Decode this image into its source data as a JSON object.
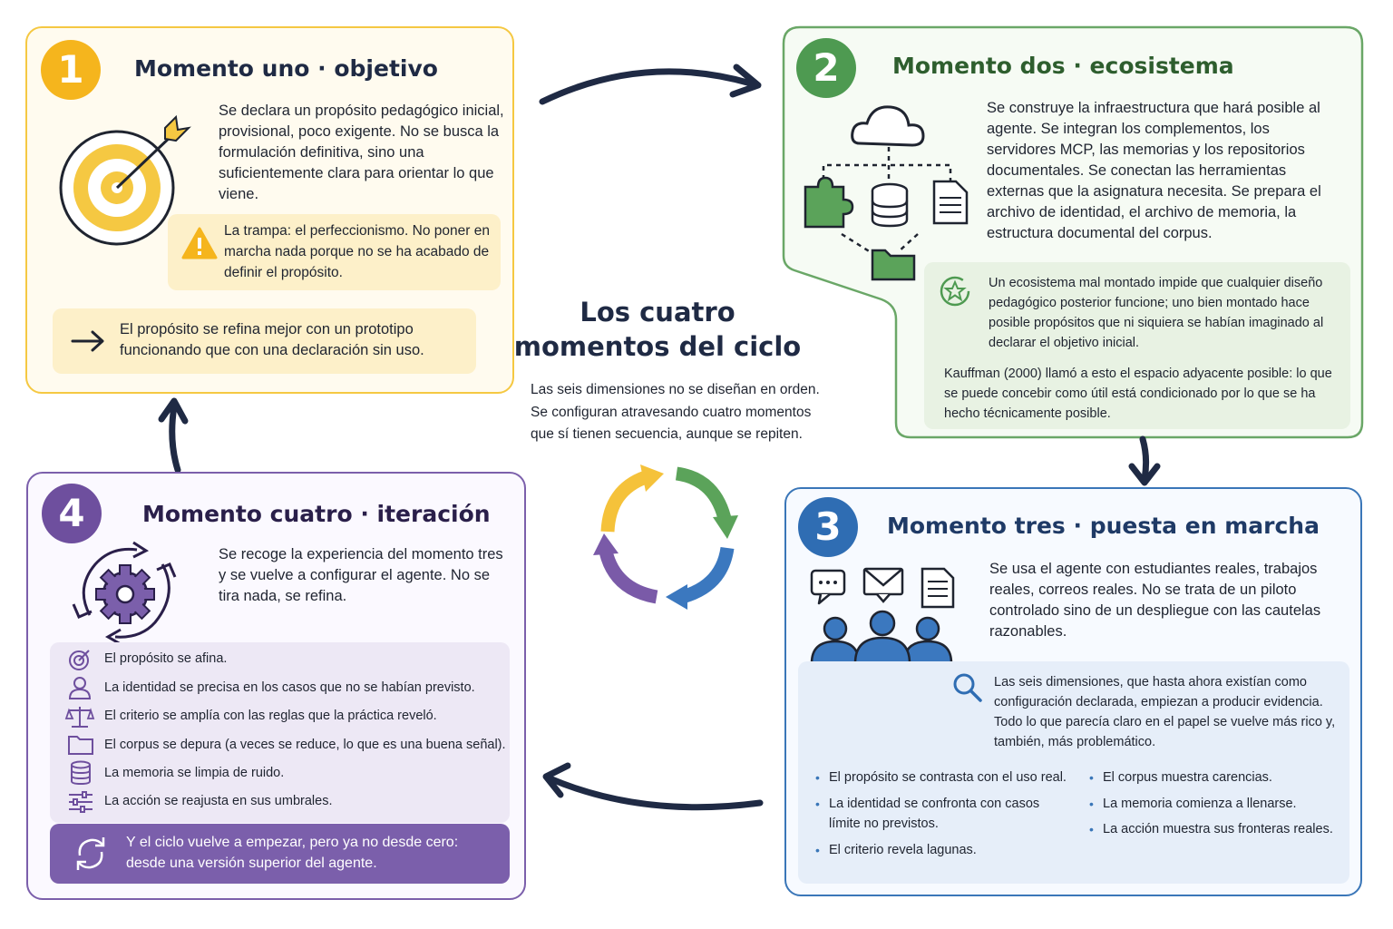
{
  "center": {
    "title_line1": "Los cuatro",
    "title_line2": "momentos del ciclo",
    "subtitle": "Las seis dimensiones no se diseñan en orden. Se configuran atravesando cuatro momentos que sí tienen secuencia, aunque se repiten."
  },
  "moment1": {
    "number": "1",
    "title": "Momento uno · objetivo",
    "body": "Se declara un propósito pedagógico inicial, provisional, poco exigente. No se busca la formulación definitiva, sino una suficientemente clara para orientar lo que viene.",
    "warning": "La trampa: el perfeccionismo. No poner en marcha nada porque no se ha acabado de definir el propósito.",
    "tip": "El propósito se refina mejor con un prototipo funcionando que con una declaración sin uso."
  },
  "moment2": {
    "number": "2",
    "title": "Momento dos · ecosistema",
    "body": "Se construye la infraestructura que hará posible al agente. Se integran los complementos, los servidores MCP, las memorias y los repositorios documentales. Se conectan las herramientas externas que la asignatura necesita. Se prepara el archivo de identidad, el archivo de memoria, la estructura documental del corpus.",
    "note": "Un ecosistema mal montado impide que cualquier diseño pedagógico posterior funcione; uno bien montado hace posible propósitos que ni siquiera se habían imaginado al declarar el objetivo inicial.",
    "quote": "Kauffman (2000) llamó a esto el espacio adyacente posible: lo que se puede concebir como útil está condicionado por lo que se ha hecho técnicamente posible."
  },
  "moment3": {
    "number": "3",
    "title": "Momento tres · puesta en marcha",
    "body": "Se usa el agente con estudiantes reales, trabajos reales, correos reales. No se trata de un piloto controlado sino de un despliegue con las cautelas razonables.",
    "note": "Las seis dimensiones, que hasta ahora existían como configuración declarada, empiezan a producir evidencia. Todo lo que parecía claro en el papel se vuelve más rico y, también, más problemático.",
    "bullets_left": [
      "El propósito se contrasta con el uso real.",
      "La identidad se confronta con casos límite no previstos.",
      "El criterio revela lagunas."
    ],
    "bullets_right": [
      "El corpus muestra carencias.",
      "La memoria comienza a llenarse.",
      "La acción muestra sus fronteras reales."
    ]
  },
  "moment4": {
    "number": "4",
    "title": "Momento cuatro · iteración",
    "body": "Se recoge la experiencia del momento tres y se vuelve a configurar el agente. No se tira nada, se refina.",
    "items": [
      {
        "icon": "target-icon",
        "text": "El propósito se afina."
      },
      {
        "icon": "person-icon",
        "text": "La identidad se precisa en los casos que no se habían previsto."
      },
      {
        "icon": "scale-icon",
        "text": "El criterio se amplía con las reglas que la práctica reveló."
      },
      {
        "icon": "folder-icon",
        "text": "El corpus se depura (a veces se reduce, lo que es una buena señal)."
      },
      {
        "icon": "database-icon",
        "text": "La memoria se limpia de ruido."
      },
      {
        "icon": "sliders-icon",
        "text": "La acción se reajusta en sus umbrales."
      }
    ],
    "footer": "Y el ciclo vuelve a empezar, pero ya no desde cero: desde una versión superior del agente."
  },
  "colors": {
    "yellow": "#f5b51d",
    "green": "#4e9a51",
    "blue": "#2f6db3",
    "purple": "#6e4f9e",
    "navy": "#1f2a44"
  }
}
